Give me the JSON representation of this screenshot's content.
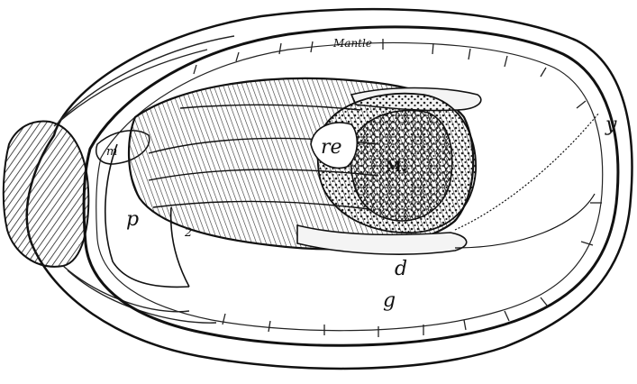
{
  "figure": {
    "labels": {
      "mantle": "Mantle",
      "M": "M.",
      "re": "re",
      "m": "m",
      "p": "p",
      "two": "2",
      "d": "d",
      "g": "g",
      "y": "y"
    }
  }
}
